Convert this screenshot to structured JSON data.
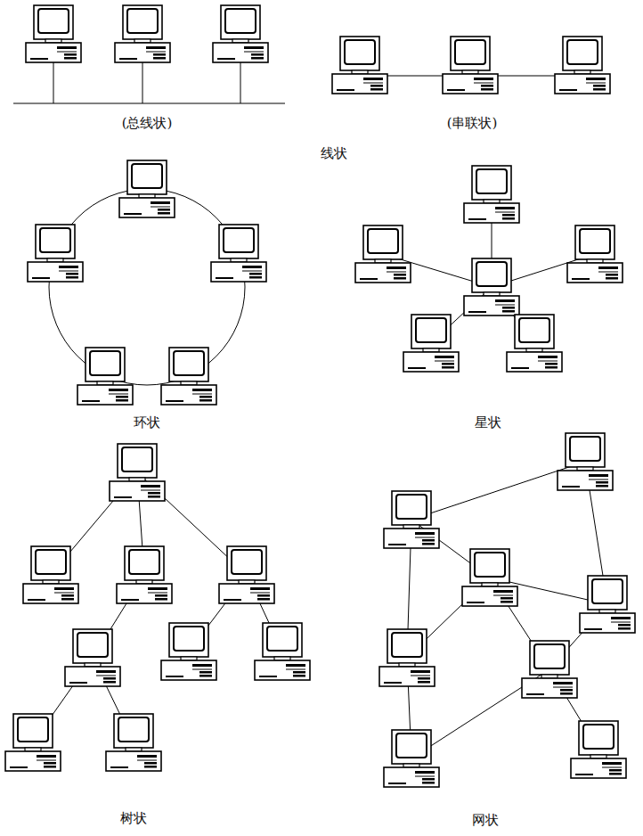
{
  "diagram": {
    "labels": [
      "(总线状)",
      "(串联状)",
      "线状",
      "环状",
      "星状",
      "树状",
      "网状"
    ]
  }
}
